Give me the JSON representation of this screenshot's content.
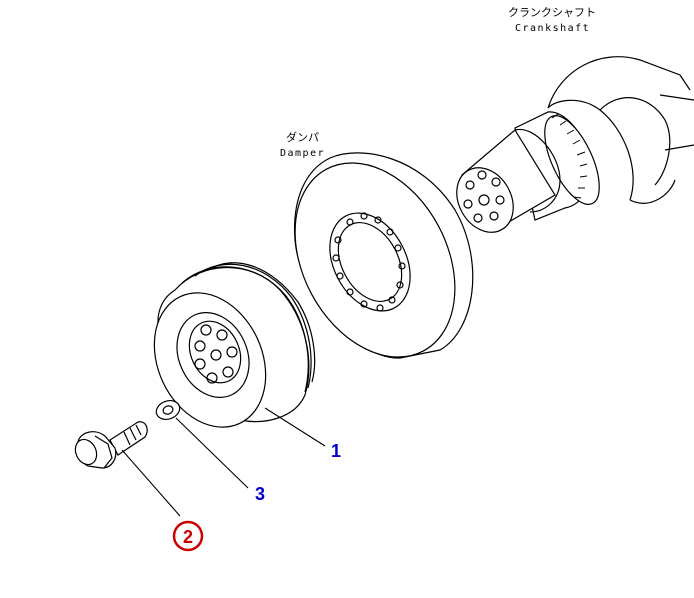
{
  "labels": {
    "crankshaft_jp": "クランクシャフト",
    "crankshaft_en": "Crankshaft",
    "damper_jp": "ダンパ",
    "damper_en": "Damper"
  },
  "callouts": [
    {
      "number": "1",
      "color": "#0000cc",
      "circled": false
    },
    {
      "number": "3",
      "color": "#0000cc",
      "circled": false
    },
    {
      "number": "2",
      "color": "#cc0000",
      "circled": true
    }
  ]
}
